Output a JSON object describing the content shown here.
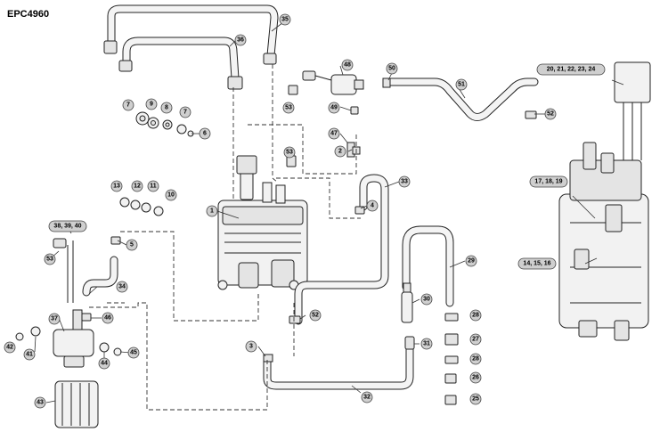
{
  "header": {
    "code": "EPC4960"
  },
  "callouts": {
    "c1": "1",
    "c2": "2",
    "c3": "3",
    "c4": "4",
    "c5": "5",
    "c6": "6",
    "c7a": "7",
    "c7b": "7",
    "c8": "8",
    "c9": "9",
    "c10": "10",
    "c11": "11",
    "c12": "12",
    "c13": "13",
    "c14_16": "14, 15, 16",
    "c17_19": "17, 18, 19",
    "c20_24": "20, 21, 22, 23, 24",
    "c25": "25",
    "c26": "26",
    "c27": "27",
    "c28a": "28",
    "c28b": "28",
    "c29": "29",
    "c30": "30",
    "c31": "31",
    "c32": "32",
    "c33": "33",
    "c34": "34",
    "c35": "35",
    "c36": "36",
    "c37": "37",
    "c38_40": "38, 39, 40",
    "c41": "41",
    "c42": "42",
    "c43": "43",
    "c44": "44",
    "c45": "45",
    "c46": "46",
    "c47": "47",
    "c48": "48",
    "c49": "49",
    "c50": "50",
    "c51": "51",
    "c52a": "52",
    "c52b": "52",
    "c53a": "53",
    "c53b": "53",
    "c53c": "53"
  }
}
